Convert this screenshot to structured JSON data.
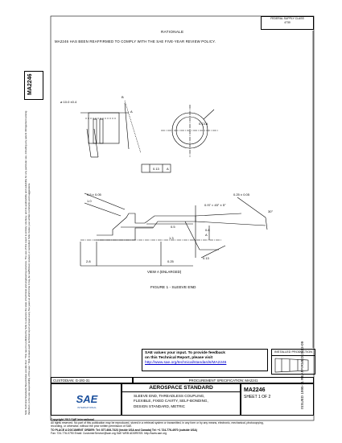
{
  "header": {
    "fsc": "FEDERAL SUPPLY CLASS\n4730",
    "rationale_title": "RATIONALE",
    "rationale_text": "MA2246 HAS BEEN REAFFIRMED TO COMPLY WITH THE SAE FIVE-YEAR REVIEW POLICY."
  },
  "side": {
    "doc_id": "MA2246",
    "legal_text": "SAE Technical Standards Board Rules provide that: \"This report is published by SAE to advance the state of technical and engineering sciences. The use of this report is entirely voluntary, and its applicability and suitability for any particular use, including any patent infringement arising therefrom, is the sole responsibility of the user.\" SAE reviews each technical report at least every five years at which time it may be reaffirmed, revised, or cancelled. SAE invites your written comments and suggestions.",
    "issued": "ISSUED 1995-11   REAFFIRMED 2013-09"
  },
  "drawing": {
    "dims": {
      "d1": "ø 10.0 ±0.4",
      "d2": "B",
      "d3": "A",
      "d4": "0.13",
      "d5": "A",
      "d6": "0.13 A",
      "d7": "0.5 ± 0.05",
      "d8": "1.0",
      "d9": "0.25 ± 0.05",
      "d10": "0.97 × 45° ± 5°",
      "d11": "1.3",
      "d12": "0.8",
      "d13": "A",
      "d14": "2.8",
      "d15": "0.25",
      "d16": "0.13",
      "d17": "0.5",
      "d18": "30°"
    },
    "view_label": "VIEW A (ENLARGED)",
    "figure_caption": "FIGURE 1 - SLEEVE END"
  },
  "feedback": {
    "line1": "SAE values your input. To provide feedback",
    "line2": "on this Technical Report, please visit",
    "link": "http://www.sae.org/technical/standards/MA2246"
  },
  "install": {
    "header": "INSTALLED PRODUCTION"
  },
  "titleblock": {
    "custodian": "CUSTODIAN: G-3/G-31",
    "procurement": "PROCUREMENT SPECIFICATION: MA2241",
    "logo_text": "SAE",
    "logo_sub": "INTERNATIONAL",
    "aero_title": "AEROSPACE STANDARD",
    "desc": [
      "SLEEVE END, THREADLESS COUPLING,",
      "FLEXIBLE, FIXED CAVITY, SELF-BONDING,",
      "DESIGN STANDARD, METRIC"
    ],
    "doc_id": "MA2246",
    "sheet": "SHEET 1 OF 2"
  },
  "copyright": {
    "line1": "Copyright 2013 SAE International",
    "line2": "All rights reserved. No part of this publication may be reproduced, stored in a retrieval system or transmitted, in any form or by any means, electronic, mechanical, photocopying,",
    "line3": "recording, or otherwise, without the prior written permission of SAE.",
    "line4": "TO PLACE A DOCUMENT ORDER:   Tel: 877-606-7323 (inside USA and Canada)   Tel: +1 724-776-4970 (outside USA)",
    "line5": "Fax: 724-776-0790   Email: CustomerService@sae.org   SAE WEB ADDRESS: http://www.sae.org"
  }
}
